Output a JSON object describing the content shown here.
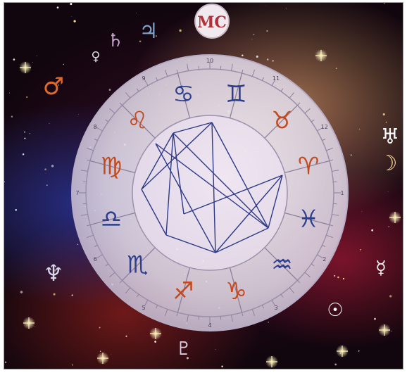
{
  "image": {
    "mc_label": "MC",
    "house_numbers": [
      "10",
      "9",
      "8",
      "7",
      "6",
      "5",
      "4",
      "3",
      "2",
      "1",
      "12",
      "11"
    ],
    "zodiac_glyphs": [
      "♋",
      "♊",
      "♉",
      "♈",
      "♓",
      "♒",
      "♑",
      "♐",
      "♏",
      "♎",
      "♍",
      "♌"
    ],
    "planet_glyphs": [
      "♃",
      "♄",
      "♀",
      "♂",
      "♅",
      "☽",
      "☉",
      "♆",
      "☿",
      "♇"
    ]
  },
  "colors": {
    "wheel_fill": "#e9e2ec",
    "glyph_blue": "#2c3e8c",
    "glyph_orange": "#c24a1e",
    "aspect_line": "#2e3a86",
    "accent_gold": "#ffd760"
  }
}
